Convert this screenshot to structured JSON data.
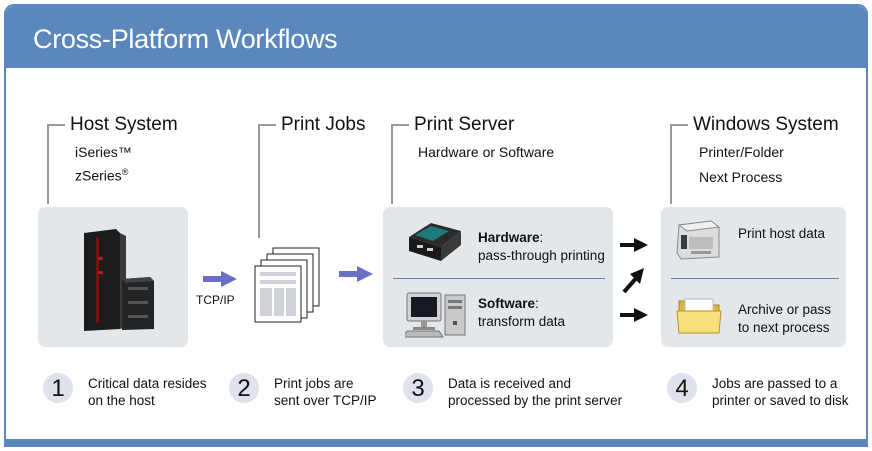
{
  "title": "Cross-Platform Workflows",
  "columns": {
    "host": {
      "title": "Host System",
      "sub1": "iSeries™",
      "sub2_text": "zSeries",
      "sub2_mark": "®"
    },
    "jobs": {
      "title": "Print Jobs",
      "tcp": "TCP/IP"
    },
    "server": {
      "title": "Print Server",
      "sub": "Hardware or Software",
      "hw_bold": "Hardware",
      "hw_colon": ":",
      "hw_desc": "pass-through printing",
      "sw_bold": "Software",
      "sw_colon": ":",
      "sw_desc": "transform data"
    },
    "windows": {
      "title": "Windows System",
      "sub1": "Printer/Folder",
      "sub2": "Next Process",
      "print_label": "Print host data",
      "archive_line1": "Archive or pass",
      "archive_line2": "to next process"
    }
  },
  "steps": [
    {
      "number": "1",
      "line1": "Critical data resides",
      "line2": "on the host"
    },
    {
      "number": "2",
      "line1": "Print jobs are",
      "line2": "sent over TCP/IP"
    },
    {
      "number": "3",
      "line1": "Data is received and",
      "line2": "processed by the print server"
    },
    {
      "number": "4",
      "line1": "Jobs are passed to a",
      "line2": "printer or saved to disk"
    }
  ],
  "colors": {
    "accent": "#5b87bd",
    "box": "#e4e7ea",
    "arrow_blue": "#6b6fc4",
    "step_circle": "#dfe2ec"
  },
  "icons": [
    "server-tower-icon",
    "document-stack-icon",
    "hardware-printer-device-icon",
    "desktop-computer-icon",
    "laser-printer-icon",
    "folder-icon"
  ]
}
